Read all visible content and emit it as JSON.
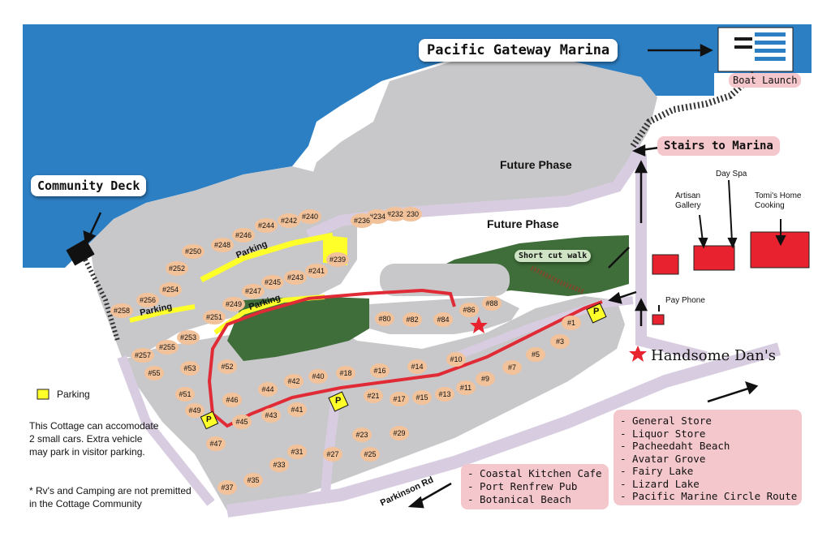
{
  "title": "Pacific Gateway Marina",
  "labels": {
    "boat_launch": "Boat Launch",
    "stairs_to_marina": "Stairs to Marina",
    "community_deck": "Community Deck",
    "future_phase_1": "Future Phase",
    "future_phase_2": "Future Phase",
    "short_cut_walk": "Short cut walk",
    "day_spa": "Day Spa",
    "artisan_gallery": "Artisan Gallery",
    "tomis_home_cooking": "Tomi's Home Cooking",
    "pay_phone": "Pay Phone",
    "handsome_dans": "Handsome Dan's",
    "parkinson_rd": "Parkinson Rd",
    "parking_1": "Parking",
    "parking_2": "Parking",
    "parking_3": "Parking",
    "parking_marker": "P"
  },
  "legend": {
    "parking": "Parking"
  },
  "notes": {
    "cottage_line1": "This Cottage can accomodate",
    "cottage_line2": "2 small cars.  Extra vehicle",
    "cottage_line3": "may park in visitor parking.",
    "rv_line1": "* Rv's and Camping are not premitted",
    "rv_line2": "in the Cottage Community"
  },
  "east_destinations": [
    "- General Store",
    "- Liquor Store",
    "- Pacheedaht Beach",
    "- Avatar Grove",
    "- Fairy Lake",
    "- Lizard Lake",
    "- Pacific Marine Circle Route"
  ],
  "west_destinations": [
    "- Coastal Kitchen Cafe",
    "- Port Renfrew Pub",
    "- Botanical Beach"
  ],
  "colors": {
    "water": "#2d7fc4",
    "land_gray": "#c8c8ca",
    "road": "#d8cde0",
    "green": "#3f6e3a",
    "lot_oval": "#f2c29a",
    "red_route": "#e02a36",
    "building_red": "#e8232f",
    "parking_yellow": "#ffff2a",
    "pink_box": "#f4c7cc"
  },
  "lots": [
    "#1",
    "#3",
    "#5",
    "#7",
    "#9",
    "#10",
    "#11",
    "#13",
    "#14",
    "#15",
    "#16",
    "#17",
    "#18",
    "#21",
    "#23",
    "#25",
    "#27",
    "#29",
    "#31",
    "#33",
    "#35",
    "#37",
    "#40",
    "#41",
    "#42",
    "#43",
    "#44",
    "#45",
    "#46",
    "#47",
    "#49",
    "#51",
    "#52",
    "#53",
    "#55",
    "#80",
    "#82",
    "#84",
    "#86",
    "#88",
    "#230",
    "#232",
    "#234",
    "#236",
    "#239",
    "#240",
    "#241",
    "#242",
    "#243",
    "#244",
    "#245",
    "#246",
    "#247",
    "#248",
    "#249",
    "#250",
    "#251",
    "#252",
    "#253",
    "#254",
    "#255",
    "#256",
    "#257",
    "#258"
  ]
}
